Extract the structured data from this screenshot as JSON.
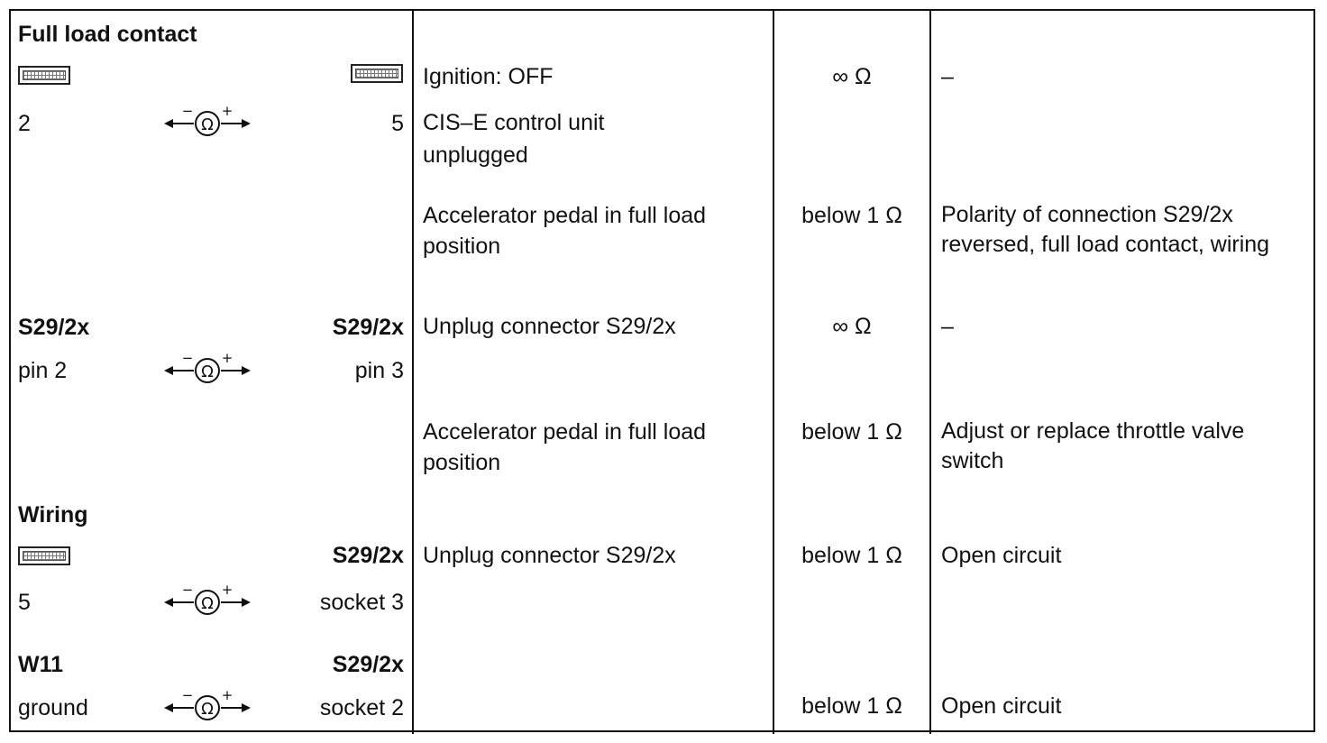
{
  "sections": {
    "full_load": "Full load contact",
    "wiring": "Wiring"
  },
  "rows": [
    {
      "left_a": "2",
      "right_a": "5",
      "condition_1": "Ignition: OFF",
      "condition_2": "CIS–E control unit unplugged",
      "value_1": "∞ Ω",
      "remedy_1": "–",
      "condition_3": "Accelerator pedal in full load position",
      "value_2": "below 1 Ω",
      "remedy_2": "Polarity of connection S29/2x reversed, full load contact, wiring"
    },
    {
      "left_label": "S29/2x",
      "right_label": "S29/2x",
      "left_a": "pin 2",
      "right_a": "pin 3",
      "condition_1": "Unplug connector S29/2x",
      "value_1": "∞ Ω",
      "remedy_1": "–",
      "condition_2": "Accelerator pedal in full load position",
      "value_2": "below 1 Ω",
      "remedy_2": "Adjust or replace throttle valve switch"
    },
    {
      "right_label": "S29/2x",
      "left_a": "5",
      "right_a": "socket 3",
      "condition_1": "Unplug connector S29/2x",
      "value_1": "below 1 Ω",
      "remedy_1": "Open circuit"
    },
    {
      "left_label": "W11",
      "right_label": "S29/2x",
      "left_a": "ground",
      "right_a": "socket 2",
      "value_1": "below 1 Ω",
      "remedy_1": "Open circuit"
    }
  ],
  "symbols": {
    "control_unit": "control-unit-connector-icon",
    "ohmmeter": "ohmmeter-icon",
    "ohmmeter_glyph": "Ω",
    "minus": "−",
    "plus": "+"
  },
  "colors": {
    "ink": "#111111",
    "paper": "#ffffff"
  }
}
